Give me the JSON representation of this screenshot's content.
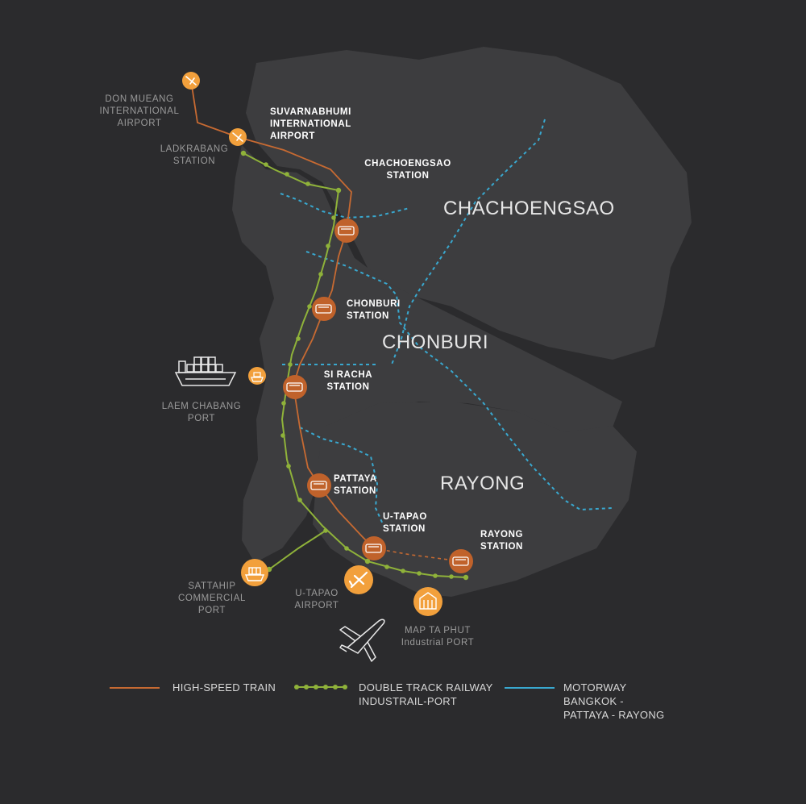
{
  "colors": {
    "background": "#2b2b2d",
    "land": "#3d3d3f",
    "high_speed_train": "#c76a32",
    "double_track": "#8fb23a",
    "motorway": "#39a8cf",
    "airport_marker": "#f2a03c",
    "station_marker": "#c0622b"
  },
  "provinces": {
    "chachoengsao": "CHACHOENGSAO",
    "chonburi": "CHONBURI",
    "rayong": "RAYONG"
  },
  "places": {
    "don_mueang": "DON MUEANG\nINTERNATIONAL\nAIRPORT",
    "suvarnabhumi": "SUVARNABHUMI\nINTERNATIONAL\nAIRPORT",
    "ladkrabang": "LADKRABANG\nSTATION",
    "chachoengsao_station": "CHACHOENGSAO\nSTATION",
    "chonburi_station": "CHONBURI\nSTATION",
    "si_racha_station": "SI RACHA\nSTATION",
    "laem_chabang": "LAEM CHABANG\nPORT",
    "pattaya_station": "PATTAYA\nSTATION",
    "u_tapao_station": "U-TAPAO\nSTATION",
    "rayong_station": "RAYONG\nSTATION",
    "sattahip": "SATTAHIP\nCOMMERCIAL\nPORT",
    "u_tapao_airport": "U-TAPAO\nAIRPORT",
    "map_ta_phut": "MAP TA PHUT\nIndustrial PORT"
  },
  "legend": {
    "high_speed_train": "HIGH-SPEED TRAIN",
    "double_track": "DOUBLE TRACK RAILWAY\nINDUSTRAIL-PORT",
    "motorway": "MOTORWAY\nBANGKOK -\nPATTAYA - RAYONG"
  },
  "icons": {
    "airport": "airplane-icon",
    "station": "train-icon",
    "port": "cargo-ship-icon",
    "industrial_port": "factory-icon"
  }
}
